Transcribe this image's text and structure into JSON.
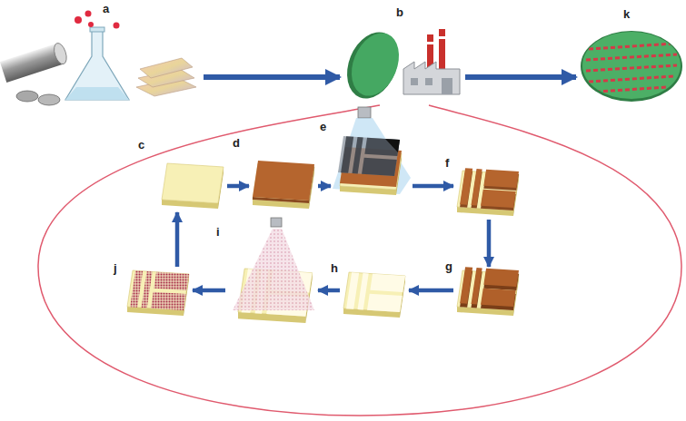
{
  "diagram": {
    "nodes": [
      {
        "text": [
          "a"
        ]
      },
      {
        "text": [
          "b"
        ]
      },
      {
        "text": [
          "k"
        ]
      },
      {
        "text": [
          "c"
        ]
      },
      {
        "text": [
          "d"
        ]
      },
      {
        "text": [
          "e"
        ]
      },
      {
        "text": [
          "f"
        ]
      },
      {
        "text": [
          "g"
        ]
      },
      {
        "text": [
          "h"
        ]
      },
      {
        "text": [
          "i"
        ]
      },
      {
        "text": [
          "j"
        ]
      }
    ],
    "edges": [
      {
        "from": 0,
        "to": 1,
        "arrow": "to"
      },
      {
        "from": 1,
        "to": 2,
        "arrow": "to"
      },
      {
        "from": 3,
        "to": 4,
        "arrow": "to"
      },
      {
        "from": 4,
        "to": 5,
        "arrow": "to"
      },
      {
        "from": 5,
        "to": 6,
        "arrow": "to"
      },
      {
        "from": 6,
        "to": 7,
        "arrow": "to"
      },
      {
        "from": 7,
        "to": 8,
        "arrow": "to"
      },
      {
        "from": 8,
        "to": 9,
        "arrow": "to"
      },
      {
        "from": 9,
        "to": 10,
        "arrow": "to"
      },
      {
        "from": 10,
        "to": 3,
        "arrow": "to"
      }
    ]
  }
}
